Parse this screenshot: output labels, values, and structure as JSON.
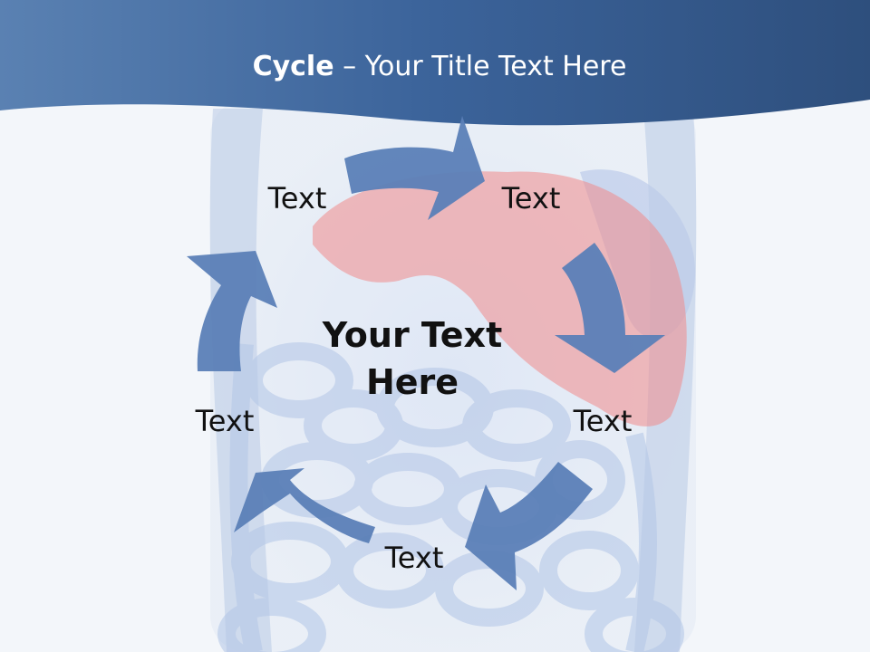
{
  "slide": {
    "title_bold": "Cycle",
    "title_rest": " – Your Title Text Here"
  },
  "cycle": {
    "center_line1": "Your Text",
    "center_line2": "Here",
    "steps": [
      {
        "label": "Text"
      },
      {
        "label": "Text"
      },
      {
        "label": "Text"
      },
      {
        "label": "Text"
      },
      {
        "label": "Text"
      }
    ]
  },
  "colors": {
    "header": "#365b8c",
    "arrow": "#5b7fb7",
    "organ_highlight": "#f08a8a",
    "background": "#f3f6fa"
  }
}
